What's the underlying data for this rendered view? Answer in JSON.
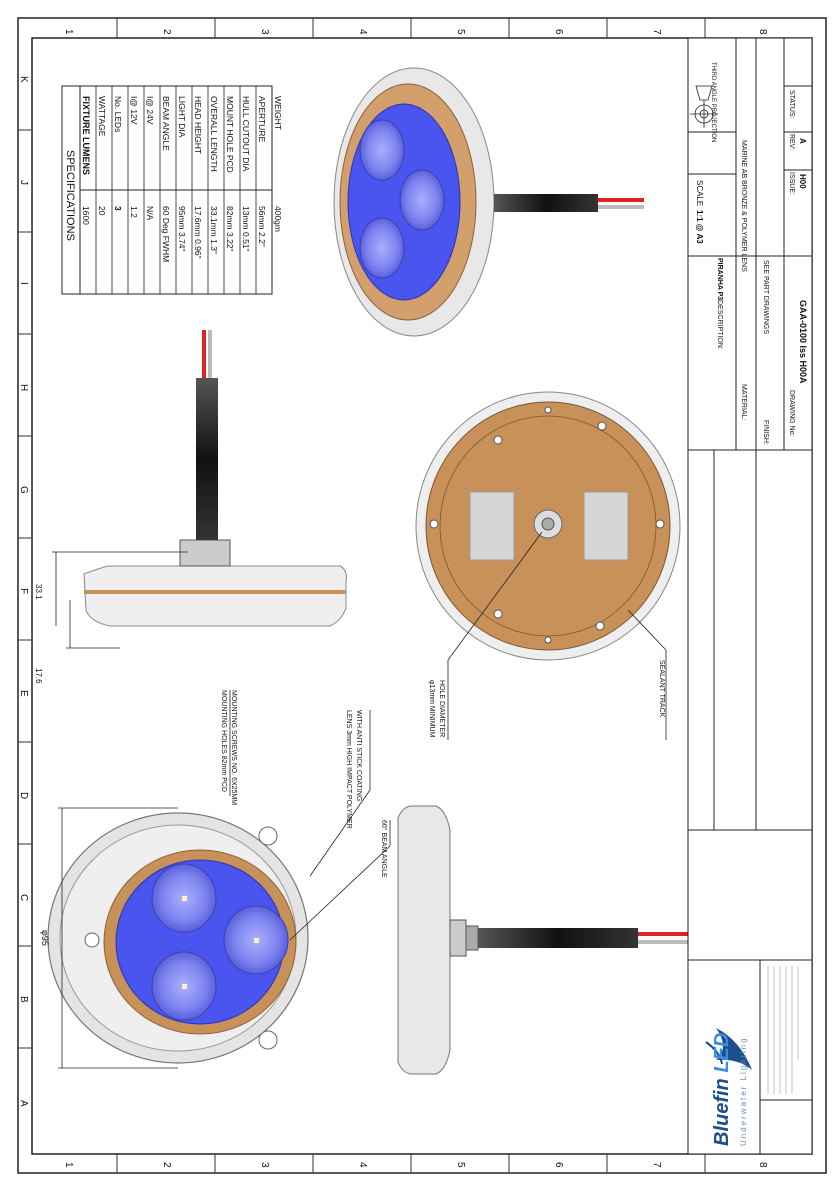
{
  "grid": {
    "numbers": [
      "1",
      "2",
      "3",
      "4",
      "5",
      "6",
      "7",
      "8"
    ],
    "letters": [
      "K",
      "J",
      "I",
      "H",
      "G",
      "F",
      "E",
      "D",
      "C",
      "B",
      "A"
    ]
  },
  "specs": {
    "title": "SPECIFICATIONS",
    "rows": [
      {
        "label": "FIXTURE LUMENS",
        "value": "1600"
      },
      {
        "label": "WATTAGE",
        "value": "20"
      },
      {
        "label": "No. LEDs",
        "value": "3"
      },
      {
        "label": "I@ 12V",
        "value": "1.2"
      },
      {
        "label": "I@ 24V",
        "value": "N/A"
      },
      {
        "label": "BEAM ANGLE",
        "value": "60 Deg FWHM"
      },
      {
        "label": "LIGHT DIA",
        "value": "95mm 3.74\""
      },
      {
        "label": "HEAD HEIGHT",
        "value": "17.6mm 0.96\""
      },
      {
        "label": "OVERALL LENGTH",
        "value": "33.1mm 1.3\""
      },
      {
        "label": "MOUNT HOLE PCD",
        "value": "82mm 3.22\""
      },
      {
        "label": "HULL CUTOUT DIA",
        "value": "13mm 0.51\""
      },
      {
        "label": "APERTURE",
        "value": "56mm 2.2\""
      },
      {
        "label": "WEIGHT",
        "value": "400gm"
      }
    ]
  },
  "dims": {
    "overall": "33.1",
    "head": "17.6",
    "dia": "φ95"
  },
  "notes": {
    "mounting1": "MOUNTING HOLES 82mm PCD",
    "mounting2": "MOUNTING SCREWS NO. 6X25MM",
    "lens1": "LENS 3mm HIGH IMPACT POLYMER",
    "lens2": "WITH ANTI STICK COATING",
    "beam": "60° BEAM ANGLE",
    "hole1": "φ13mm MINIMUM",
    "hole2": "HOLE DIAMETER",
    "sealant": "SEALANT TRACK"
  },
  "titleblock": {
    "scale_label": "SCALE",
    "scale_value": "1:1 @ A3",
    "projection": "THIRD ANGLE PROJECTION",
    "description_label": "DESCRIPTION:",
    "description_value": "PIRANHA P3",
    "material_label": "MATERIAL:",
    "material_value": "MARINE AB BRONZE & POLYMER LENS",
    "finish_label": "FINISH:",
    "finish_value": "SEE PART DRAWINGS",
    "drawing_no_label": "DRAWING No:",
    "drawing_no_value": "GAA-0100 Iss H00A",
    "issue_label": "ISSUE:",
    "issue_value": "H00",
    "rev_label": "REV:",
    "rev_value": "A",
    "status_label": "STATUS:",
    "status_value": ""
  },
  "brand": {
    "name_part1": "Bluefin",
    "name_part2": " LED",
    "tagline": "Underwater Lighting"
  },
  "colors": {
    "bronze": "#c8915a",
    "lens_blue": "#4a55f0",
    "housing": "#dcdcdc",
    "red_wire": "#e02424"
  }
}
